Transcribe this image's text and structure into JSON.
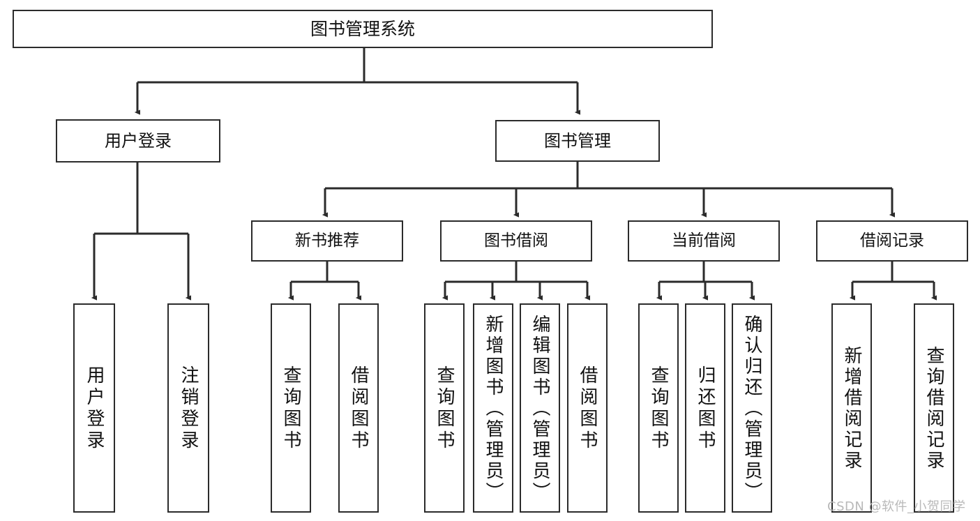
{
  "diagram": {
    "title": "图书管理系统",
    "type": "hierarchy-tree",
    "watermark": "CSDN @软件_小贺同学",
    "colors": {
      "background": "#ffffff",
      "box_border": "#2b2b2b",
      "connector": "#2b2b2b",
      "text": "#111111",
      "watermark": "#b9b9b9"
    },
    "root": {
      "label": "图书管理系统"
    },
    "level1": [
      {
        "label": "用户登录"
      },
      {
        "label": "图书管理"
      }
    ],
    "level2": [
      {
        "label": "新书推荐"
      },
      {
        "label": "图书借阅"
      },
      {
        "label": "当前借阅"
      },
      {
        "label": "借阅记录"
      }
    ],
    "leaves": {
      "user_login": [
        {
          "label": "用户登录"
        },
        {
          "label": "注销登录"
        }
      ],
      "new_book": [
        {
          "label": "查询图书"
        },
        {
          "label": "借阅图书"
        }
      ],
      "book_borrow": [
        {
          "label": "查询图书"
        },
        {
          "label": "新增图书（管理员）"
        },
        {
          "label": "编辑图书（管理员）"
        },
        {
          "label": "借阅图书"
        }
      ],
      "current_borrow": [
        {
          "label": "查询图书"
        },
        {
          "label": "归还图书"
        },
        {
          "label": "确认归还（管理员）"
        }
      ],
      "borrow_record": [
        {
          "label": "新增借阅记录"
        },
        {
          "label": "查询借阅记录"
        }
      ]
    }
  }
}
